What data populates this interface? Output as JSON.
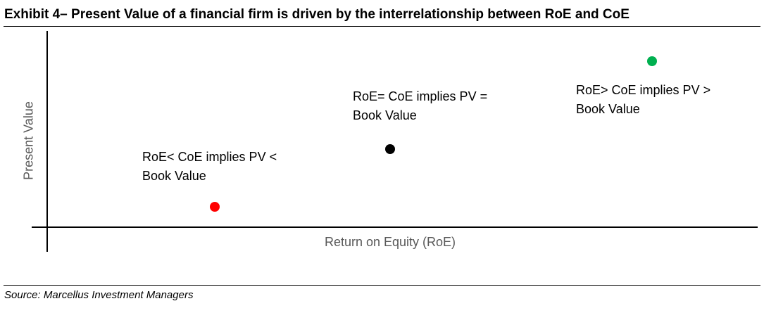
{
  "title": "Exhibit 4– Present Value of a financial firm is driven by the interrelationship between RoE and CoE",
  "source": "Source: Marcellus Investment Managers",
  "axes": {
    "ylabel": "Present Value",
    "xlabel": "Return on Equity (RoE)"
  },
  "points": [
    {
      "id": "low",
      "color": "#ff0000",
      "label_lines": [
        "RoE< CoE implies PV <",
        "Book Value"
      ]
    },
    {
      "id": "equal",
      "color": "#000000",
      "label_lines": [
        "RoE= CoE implies PV =",
        "Book Value"
      ]
    },
    {
      "id": "high",
      "color": "#00b050",
      "label_lines": [
        "RoE> CoE implies PV >",
        "Book Value"
      ]
    }
  ]
}
